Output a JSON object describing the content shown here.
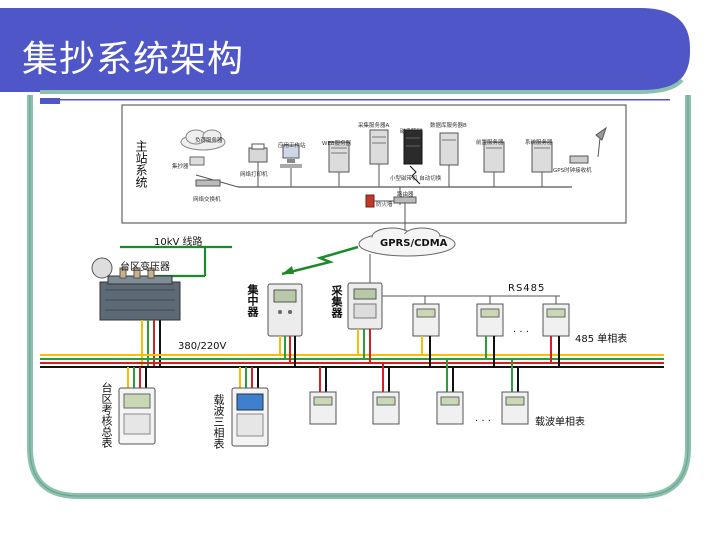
{
  "title": "集抄系统架构",
  "master_station": {
    "label": "主站系统",
    "devices": [
      "采集服务器A",
      "数据库服务器B",
      "磁盘阵列",
      "前置服务器",
      "系统服务器",
      "应用工作站",
      "WEB服务器",
      "网络打印机",
      "网络交换机",
      "负荷服务器",
      "集抄器",
      "GPS时钟接收机",
      "小型磁带机 自动切换",
      "路由器",
      "防火墙"
    ]
  },
  "network": {
    "gprs": "GPRS/CDMA",
    "line_10kv": "10kV 线路",
    "transformer": "台区变压器",
    "voltage": "380/220V",
    "rs485": "RS485",
    "dots": ". . ."
  },
  "field": {
    "concentrator": "集中器",
    "collector": "采集器",
    "meters_485": "485 单相表",
    "carrier_single": "载波单相表",
    "carrier_three": "载波三相表",
    "total_meter": "台区考核总表"
  },
  "colors": {
    "title_band": "#4f56c8",
    "frame_green": "#7fb8a2",
    "bus_yellow": "#f2c200",
    "bus_green": "#2a9d3c",
    "bus_red": "#d61f1f",
    "bus_black": "#111111",
    "line_green": "#1d8a2a"
  }
}
